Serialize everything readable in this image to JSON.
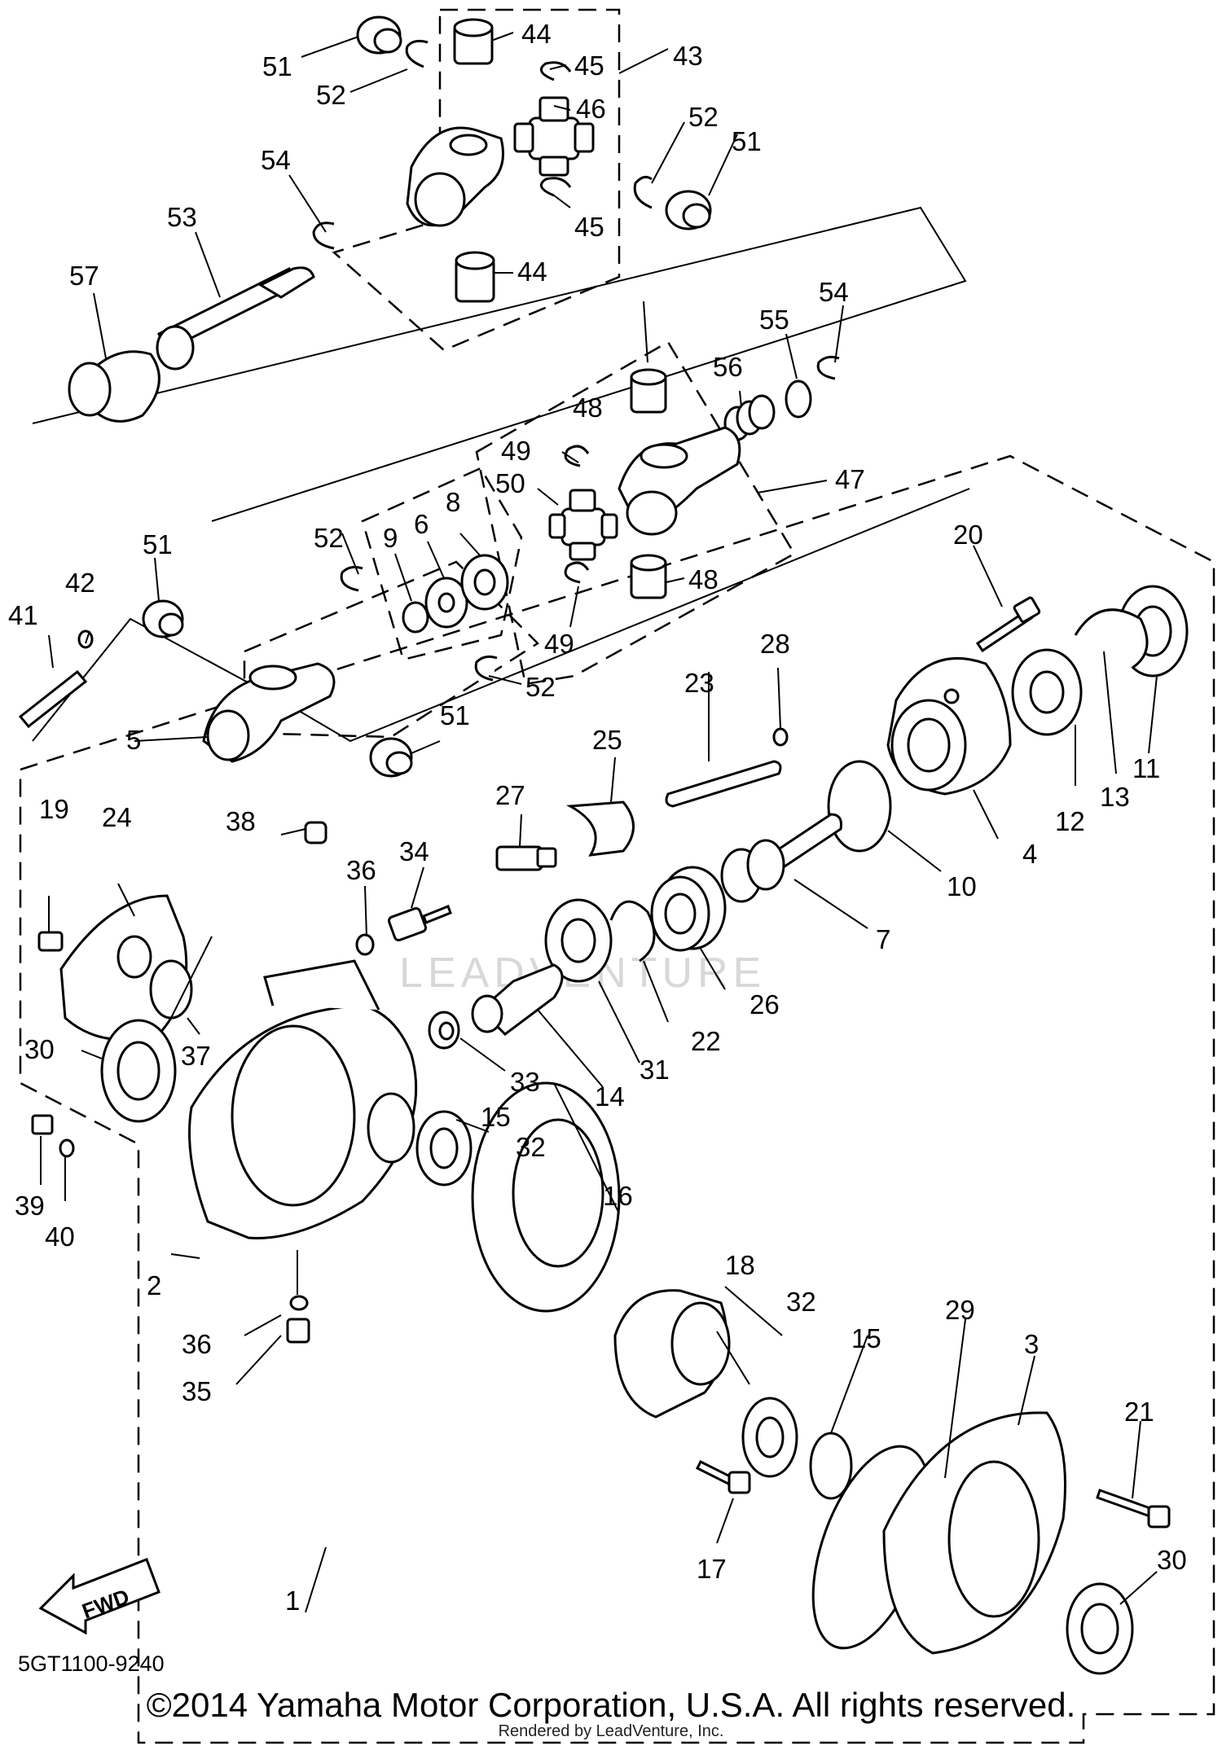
{
  "watermark": "LEADVENTURE",
  "fwd_label": "FWD",
  "diagram_code": "5GT1100-9240",
  "copyright": "©2014 Yamaha Motor Corporation, U.S.A. All rights reserved.",
  "rendered_by": "Rendered by LeadVenture, Inc.",
  "callouts": [
    "1",
    "2",
    "3",
    "4",
    "5",
    "6",
    "7",
    "8",
    "9",
    "10",
    "11",
    "12",
    "13",
    "14",
    "15",
    "15",
    "16",
    "17",
    "18",
    "19",
    "20",
    "21",
    "22",
    "23",
    "24",
    "25",
    "26",
    "27",
    "28",
    "29",
    "30",
    "30",
    "31",
    "32",
    "32",
    "33",
    "34",
    "35",
    "36",
    "36",
    "37",
    "38",
    "39",
    "40",
    "41",
    "42",
    "43",
    "44",
    "44",
    "45",
    "45",
    "46",
    "47",
    "48",
    "48",
    "49",
    "49",
    "50",
    "51",
    "51",
    "51",
    "51",
    "52",
    "52",
    "52",
    "52",
    "53",
    "54",
    "54",
    "55",
    "56",
    "57"
  ]
}
